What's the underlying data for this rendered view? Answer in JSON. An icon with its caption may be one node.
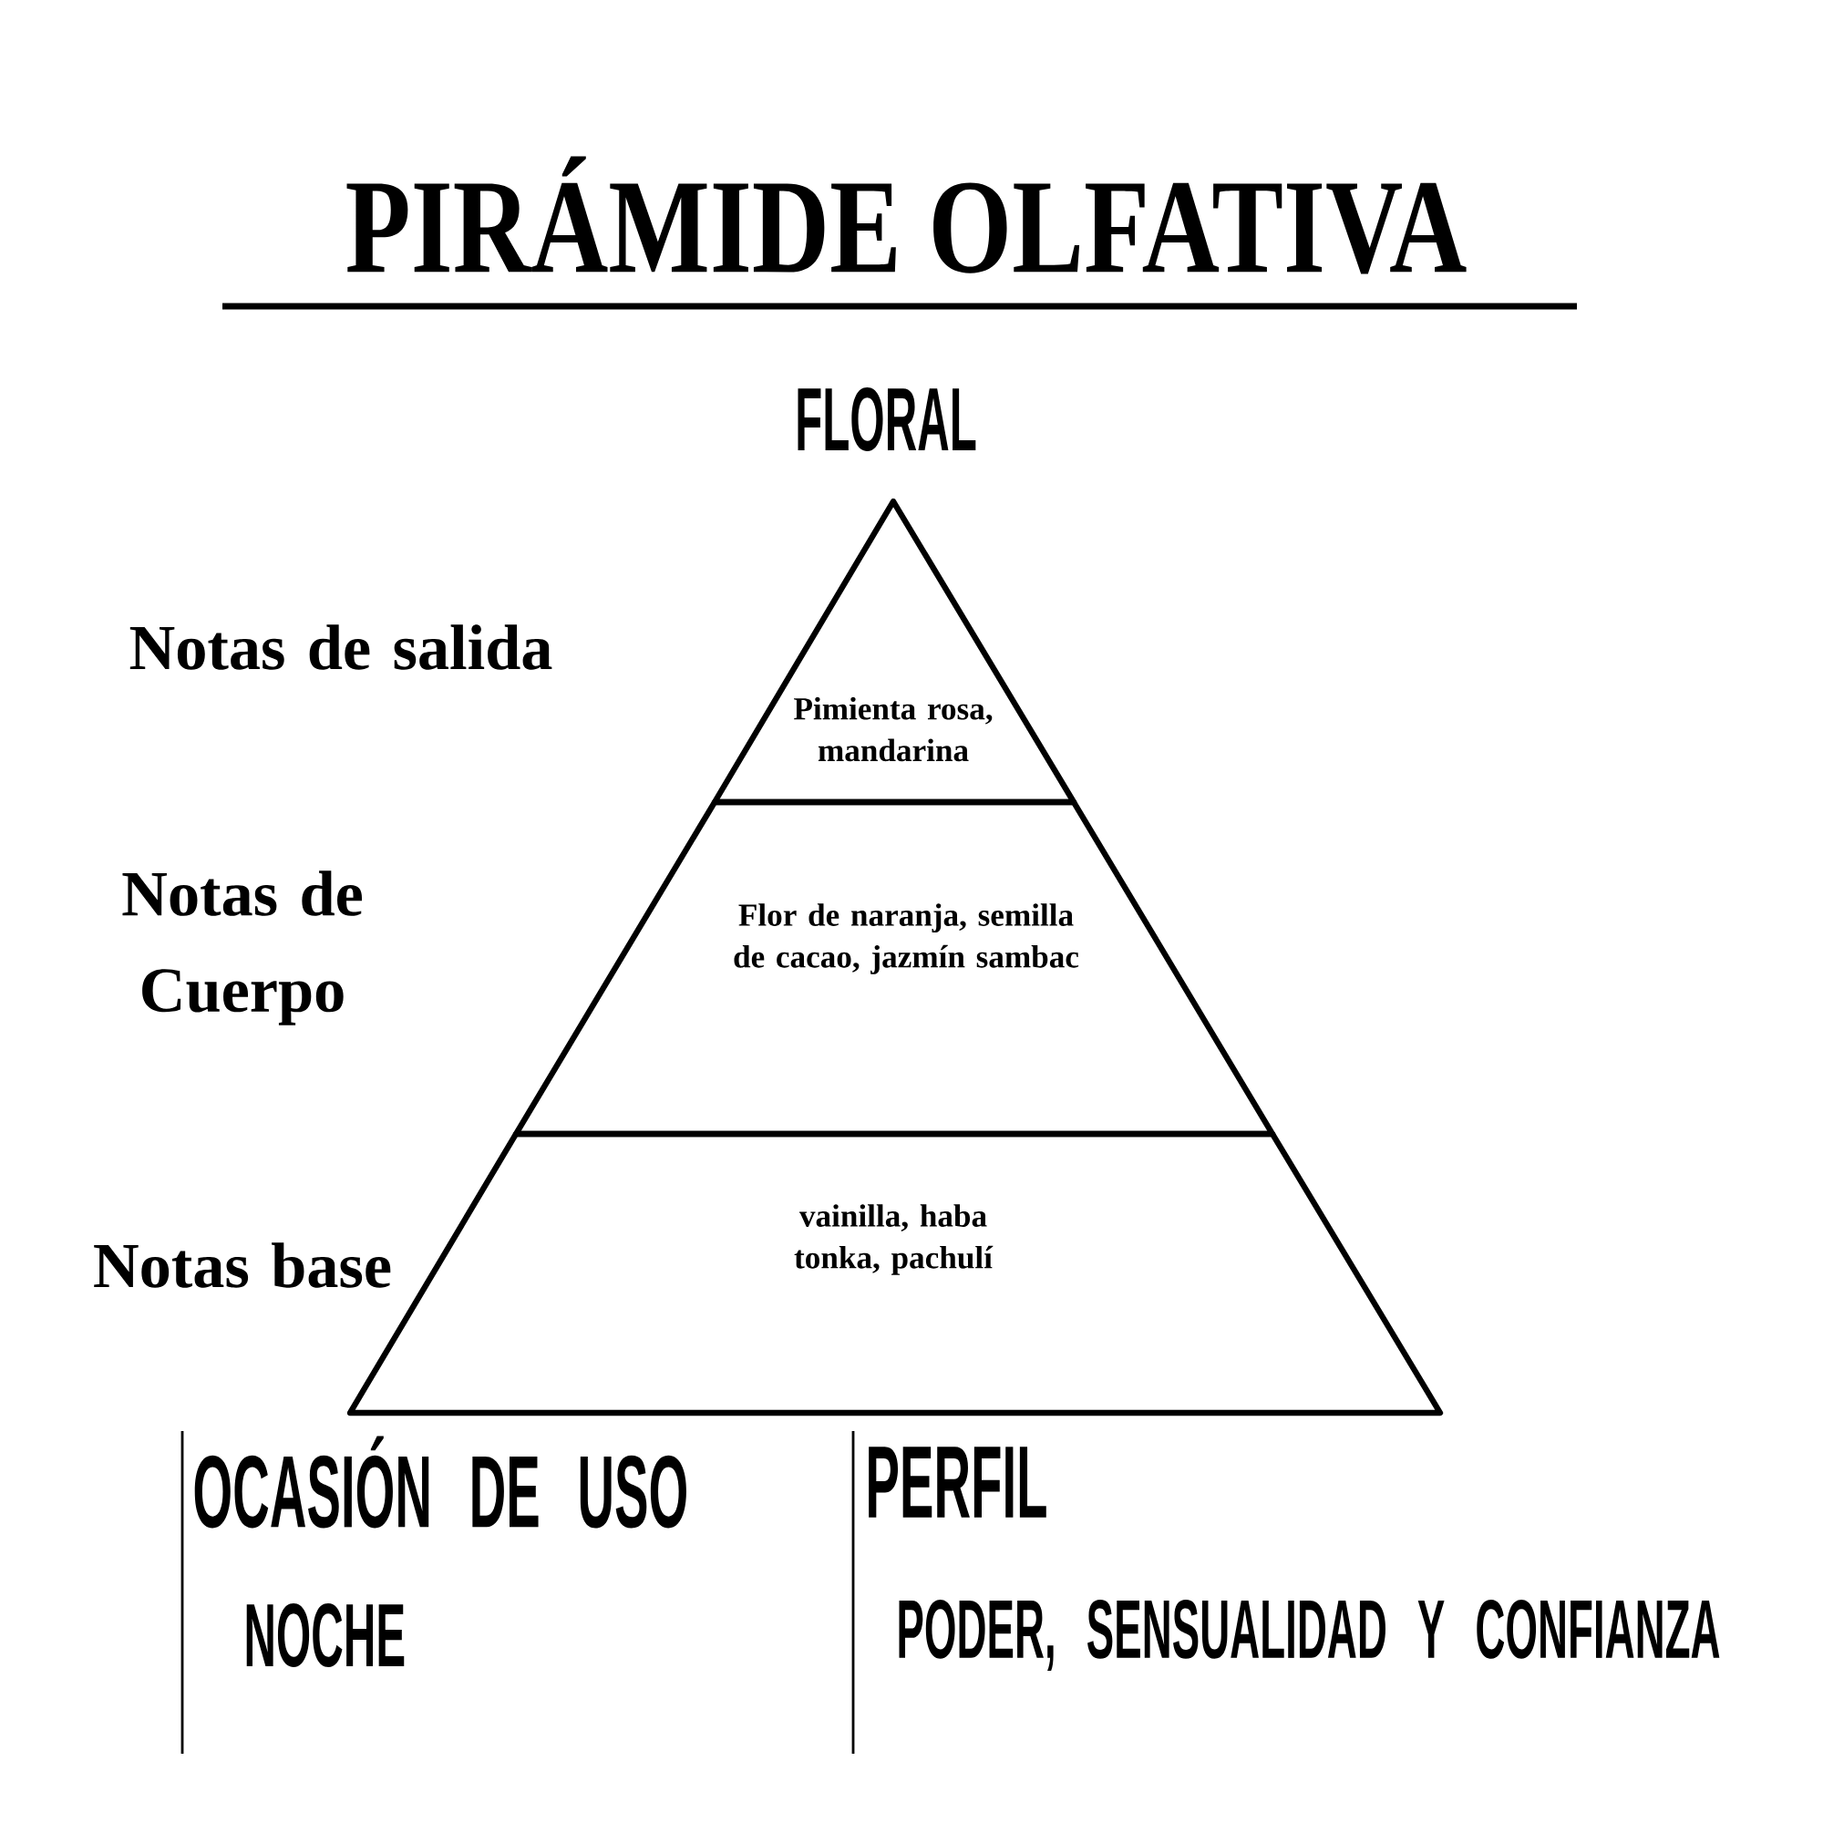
{
  "diagram": {
    "title": "PIRÁMIDE OLFATIVA",
    "nodes": [
      {
        "text": [
          "Pimienta rosa, mandarina"
        ],
        "beside": [
          "Notas de salida"
        ]
      },
      {
        "text": [
          "Flor de naranja, semilla de cacao, jazmín sambac"
        ],
        "beside": [
          "Notas de Cuerpo"
        ]
      },
      {
        "text": [
          "vainilla, haba tonka, pachulí"
        ],
        "beside": [
          "Notas base"
        ]
      }
    ],
    "labels": [
      "FLORAL",
      "OCASIÓN DE USO",
      "NOCHE",
      "PERFIL",
      "PODER, SENSUALIDAD Y CONFIANZA"
    ]
  }
}
